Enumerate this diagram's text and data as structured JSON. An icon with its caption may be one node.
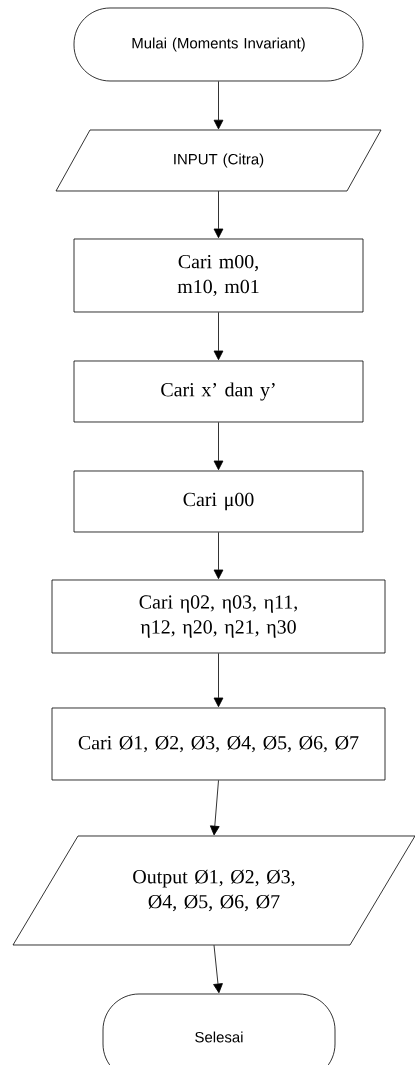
{
  "diagram": {
    "nodes": [
      {
        "text": [
          "Mulai (Moments Invariant)"
        ]
      },
      {
        "text": [
          "INPUT (Citra)"
        ]
      },
      {
        "text": [
          "Cari m00, m10, m01"
        ]
      },
      {
        "text": [
          "Cari x’ dan y’"
        ]
      },
      {
        "text": [
          "Cari μ00"
        ]
      },
      {
        "text": [
          "Cari η02, η03, η11, η12, η20, η21, η30"
        ]
      },
      {
        "text": [
          "Cari Ø1, Ø2, Ø3, Ø4, Ø5, Ø6, Ø7"
        ]
      },
      {
        "text": [
          "Output Ø1, Ø2, Ø3, Ø4, Ø5, Ø6, Ø7"
        ]
      },
      {
        "text": [
          "Selesai"
        ]
      }
    ],
    "edges": [
      {
        "from": 0,
        "to": 1,
        "arrow": "to"
      },
      {
        "from": 1,
        "to": 2,
        "arrow": "to"
      },
      {
        "from": 2,
        "to": 3,
        "arrow": "to"
      },
      {
        "from": 3,
        "to": 4,
        "arrow": "to"
      },
      {
        "from": 4,
        "to": 5,
        "arrow": "to"
      },
      {
        "from": 5,
        "to": 6,
        "arrow": "to"
      },
      {
        "from": 6,
        "to": 7,
        "arrow": "to"
      },
      {
        "from": 7,
        "to": 8,
        "arrow": "to"
      }
    ]
  }
}
